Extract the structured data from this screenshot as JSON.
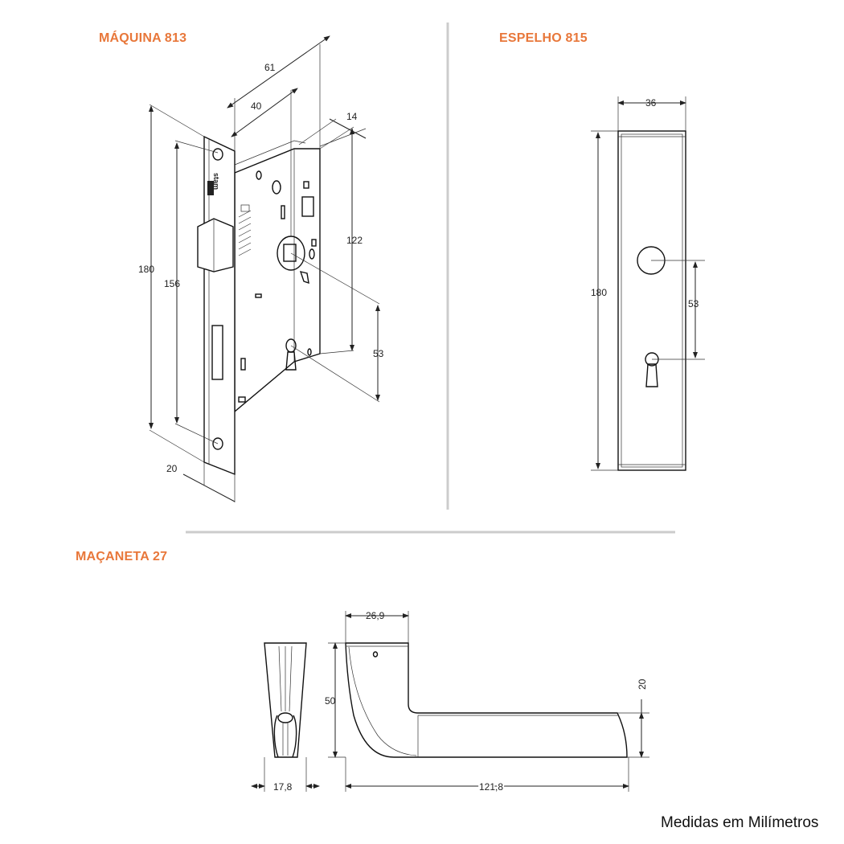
{
  "sections": {
    "maquina": {
      "title": "MÁQUINA 813",
      "stamp": "stam"
    },
    "espelho": {
      "title": "ESPELHO 815"
    },
    "macaneta": {
      "title": "MAÇANETA 27"
    }
  },
  "dimensions": {
    "maquina": {
      "d61": "61",
      "d40": "40",
      "d14": "14",
      "d180": "180",
      "d156": "156",
      "d122": "122",
      "d53": "53",
      "d20": "20"
    },
    "espelho": {
      "d36": "36",
      "d180": "180",
      "d53": "53"
    },
    "macaneta": {
      "d26_9": "26,9",
      "d50": "50",
      "d20": "20",
      "d17_8": "17,8",
      "d121_8": "121,8"
    }
  },
  "footer": "Medidas em Milímetros",
  "colors": {
    "accent": "#e8773a",
    "line": "#222222",
    "divider": "#cccccc"
  }
}
